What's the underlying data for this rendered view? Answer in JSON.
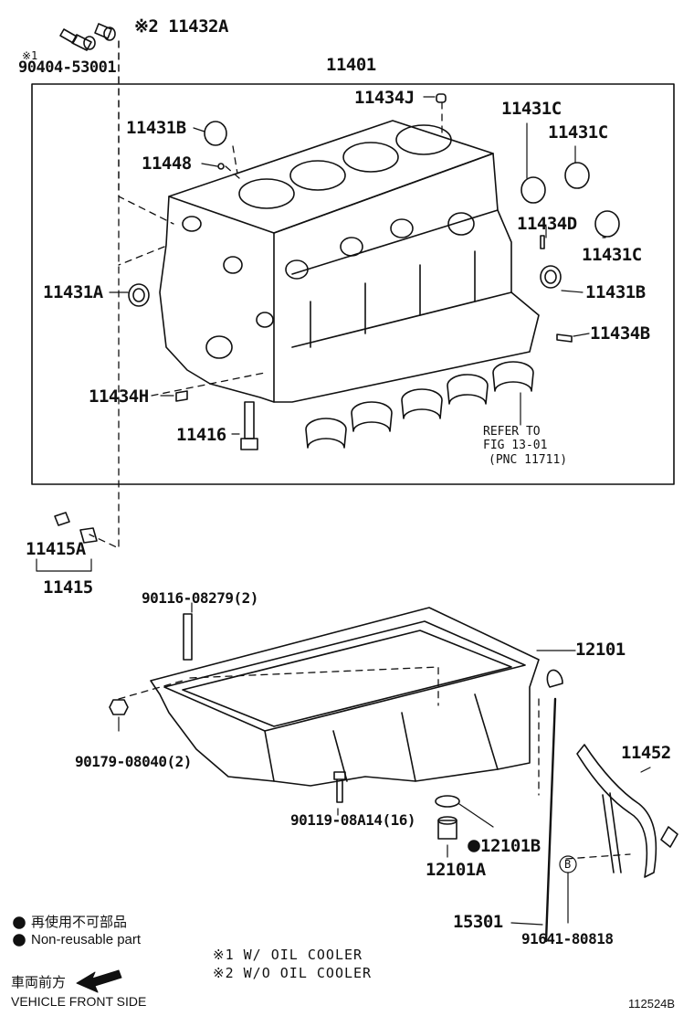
{
  "parts": {
    "p11432A": "※2 11432A",
    "p90404_mark": "※1",
    "p90404": "90404-53001",
    "p11401": "11401",
    "p11434J": "11434J",
    "p11431B_top": "11431B",
    "p11448": "11448",
    "p11431C_1": "11431C",
    "p11431C_2": "11431C",
    "p11434D": "11434D",
    "p11431C_3": "11431C",
    "p11431A": "11431A",
    "p11431B_right": "11431B",
    "p11434B": "11434B",
    "p11434H": "11434H",
    "p11416": "11416",
    "p11415A": "11415A",
    "p11415": "11415",
    "p90116": "90116-08279(2)",
    "p12101": "12101",
    "p90179": "90179-08040(2)",
    "p90119": "90119-08A14(16)",
    "p12101B": "12101B",
    "p12101A": "12101A",
    "p11452": "11452",
    "p15301": "15301",
    "p91641": "91641-80818"
  },
  "refer": {
    "line1": "REFER TO",
    "line2": "FIG 13-01",
    "line3": "(PNC 11711)"
  },
  "callout_b": "B",
  "legend": {
    "non_reusable_jp": "再使用不可部品",
    "non_reusable_en": "Non-reusable part",
    "note1": "※1 W/  OIL COOLER",
    "note2": "※2 W/O OIL COOLER",
    "front_jp": "車両前方",
    "front_en": "VEHICLE FRONT SIDE"
  },
  "figure_id": "112524B"
}
